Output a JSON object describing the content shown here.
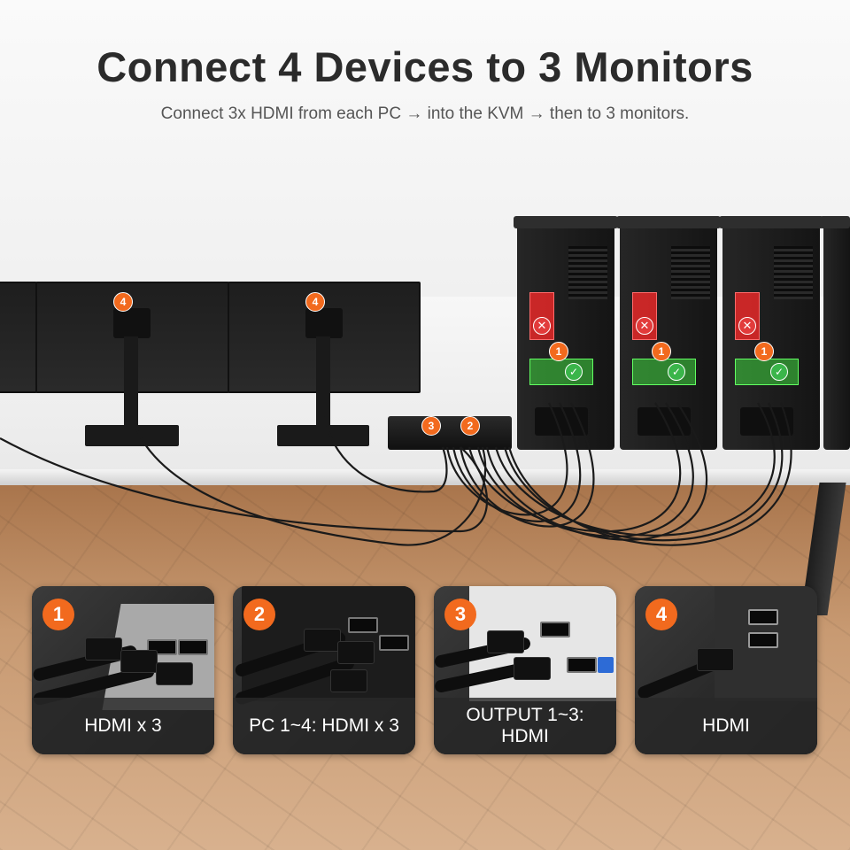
{
  "header": {
    "title": "Connect 4 Devices to 3 Monitors",
    "subtitle": "Connect 3x HDMI from each PC → into the KVM → then to 3 monitors."
  },
  "scene": {
    "monitor_badge": "4",
    "kvm_badges": [
      "3",
      "2"
    ],
    "pc_badge": "1",
    "x_mark": "✕",
    "check_mark": "✓"
  },
  "cards": [
    {
      "number": "1",
      "label": "HDMI x 3"
    },
    {
      "number": "2",
      "label": "PC 1~4: HDMI x 3"
    },
    {
      "number": "3",
      "label": "OUTPUT 1~3: HDMI"
    },
    {
      "number": "4",
      "label": "HDMI"
    }
  ],
  "colors": {
    "accent": "#f26a1e",
    "ok": "#3ab54a",
    "error": "#e23b3b"
  }
}
